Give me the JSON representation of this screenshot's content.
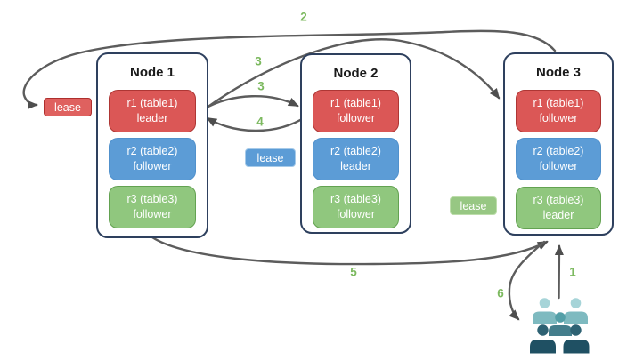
{
  "diagram": {
    "nodes": [
      {
        "title": "Node 1",
        "replicas": [
          {
            "label": "r1 (table1)",
            "role": "leader",
            "fill": "#DB5756",
            "border": "#AE3634"
          },
          {
            "label": "r2 (table2)",
            "role": "follower",
            "fill": "#5C9CD6",
            "border": "#5191CC"
          },
          {
            "label": "r3 (table3)",
            "role": "follower",
            "fill": "#90C77E",
            "border": "#63A251"
          }
        ]
      },
      {
        "title": "Node 2",
        "replicas": [
          {
            "label": "r1 (table1)",
            "role": "follower",
            "fill": "#DB5756",
            "border": "#AE3634"
          },
          {
            "label": "r2 (table2)",
            "role": "leader",
            "fill": "#5C9CD6",
            "border": "#5191CC"
          },
          {
            "label": "r3 (table3)",
            "role": "follower",
            "fill": "#90C77E",
            "border": "#63A251"
          }
        ]
      },
      {
        "title": "Node 3",
        "replicas": [
          {
            "label": "r1 (table1)",
            "role": "follower",
            "fill": "#DB5756",
            "border": "#AE3634"
          },
          {
            "label": "r2 (table2)",
            "role": "follower",
            "fill": "#5C9CD6",
            "border": "#5191CC"
          },
          {
            "label": "r3 (table3)",
            "role": "leader",
            "fill": "#90C77E",
            "border": "#63A251"
          }
        ]
      }
    ],
    "leases": [
      {
        "label": "lease",
        "fill": "#DF615F",
        "border": "#AE2F2D"
      },
      {
        "label": "lease",
        "fill": "#5C9CD6",
        "border": "#A6CAE9"
      },
      {
        "label": "lease",
        "fill": "#97C783",
        "border": "#BDDDAB"
      }
    ],
    "step_labels": [
      {
        "text": "2"
      },
      {
        "text": "3"
      },
      {
        "text": "3"
      },
      {
        "text": "4"
      },
      {
        "text": "5"
      },
      {
        "text": "1"
      },
      {
        "text": "6"
      }
    ],
    "icons": {
      "users": "users-icon"
    },
    "colors": {
      "arrow": "#5C5C5C",
      "arrowhead": "#4E4E4E",
      "step_number": "#7CB95F",
      "node_border": "#2E405E",
      "users_back_head": "#A6D4D8",
      "users_back_body": "#7EBAC0",
      "users_mid_head": "#539FA7",
      "users_mid_body": "#447E8C",
      "users_front_head": "#2E6273",
      "users_front_body": "#1F5063"
    }
  }
}
